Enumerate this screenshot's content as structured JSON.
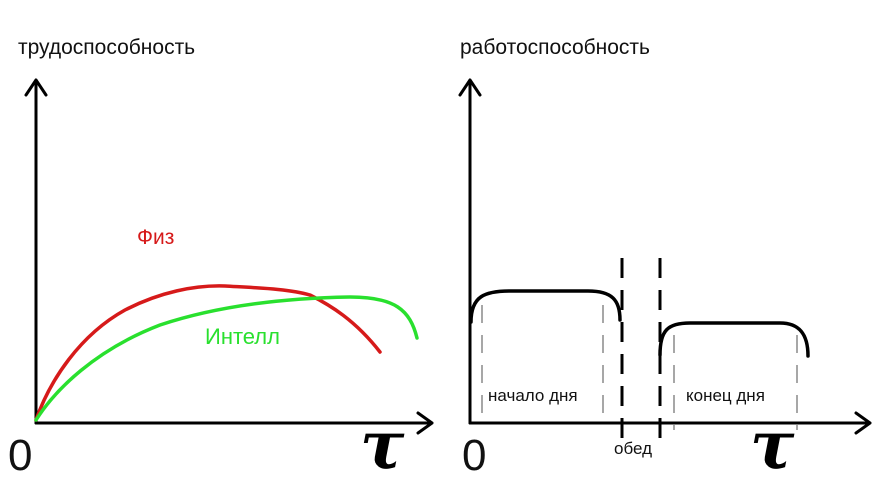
{
  "left_panel": {
    "y_label": "трудоспособность",
    "origin_label": "0",
    "x_label": "τ",
    "series": [
      {
        "name": "Физ",
        "color": "#d61a1a"
      },
      {
        "name": "Интелл",
        "color": "#29e02e"
      }
    ]
  },
  "right_panel": {
    "y_label": "работоспособность",
    "origin_label": "0",
    "x_label": "τ",
    "intervals": [
      "начало дня",
      "обед",
      "конец дня"
    ]
  }
}
